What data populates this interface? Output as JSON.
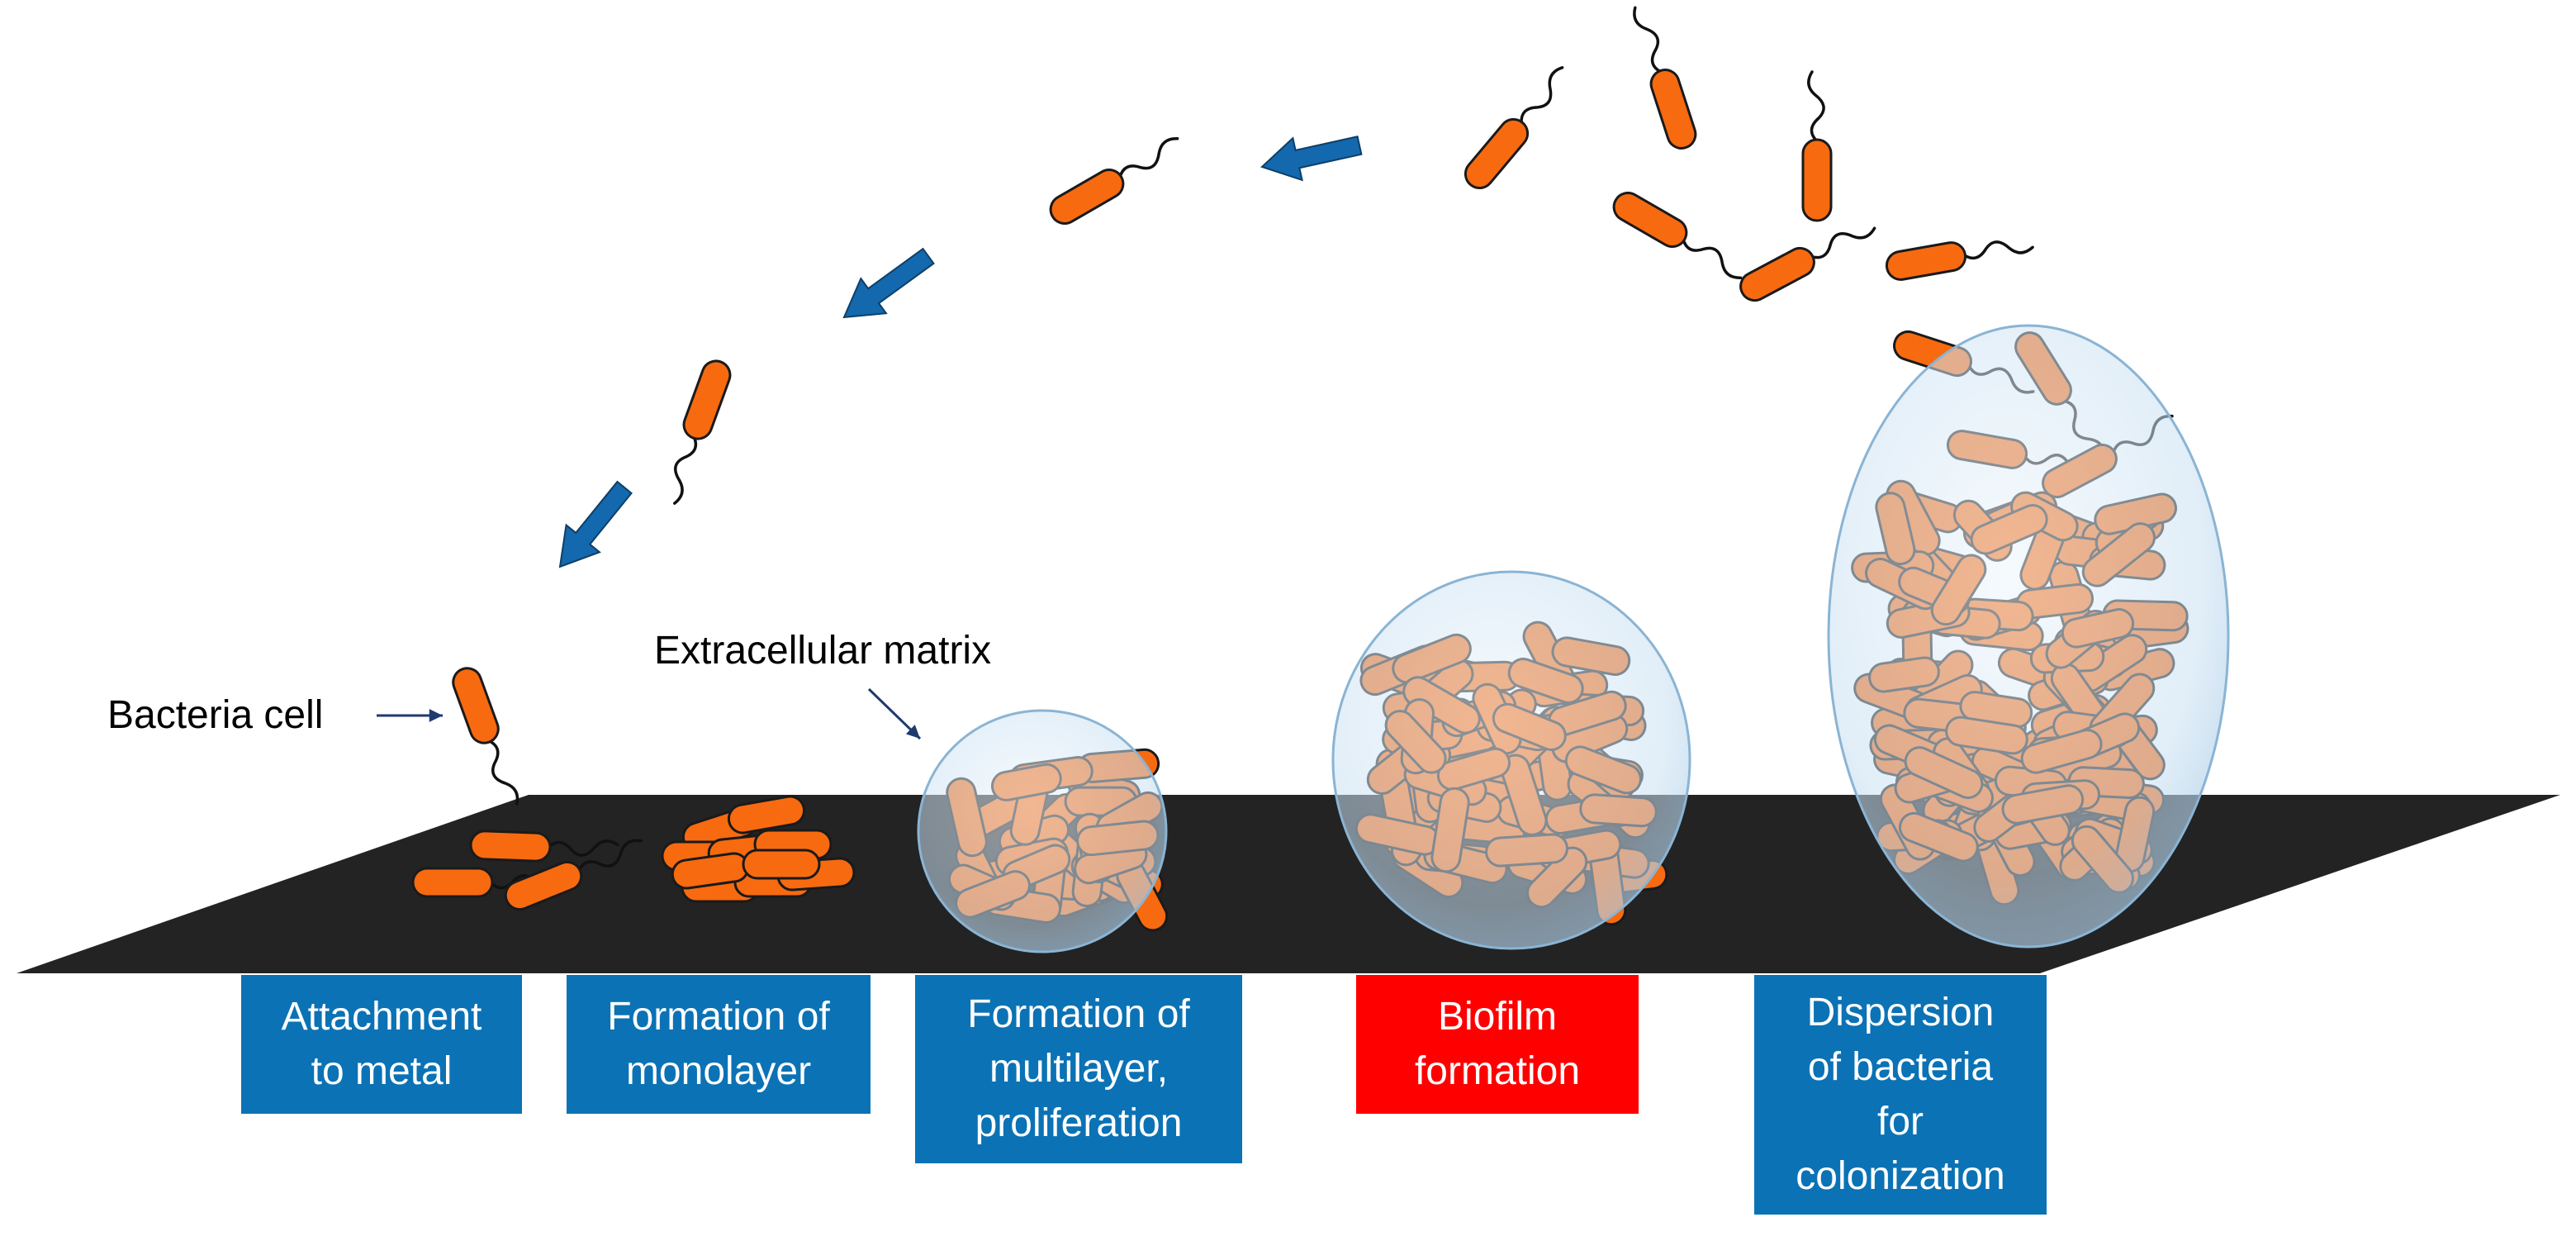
{
  "labels": {
    "bacteria_cell": "Bacteria cell",
    "extracellular_matrix": "Extracellular matrix"
  },
  "stages": [
    {
      "lines": [
        "Attachment",
        "to metal"
      ],
      "color": "#0b72b5"
    },
    {
      "lines": [
        "Formation of",
        "monolayer"
      ],
      "color": "#0b72b5"
    },
    {
      "lines": [
        "Formation of",
        "multilayer,",
        "proliferation"
      ],
      "color": "#0b72b5"
    },
    {
      "lines": [
        "Biofilm",
        "formation"
      ],
      "color": "#ff0000"
    },
    {
      "lines": [
        "Dispersion",
        "of bacteria",
        "for",
        "colonization"
      ],
      "color": "#0b72b5"
    }
  ],
  "colors": {
    "bacteria": "#f76a10",
    "bacteria_outline": "#1a1a1a",
    "surface": "#232323",
    "arrow": "#1468ad",
    "bubble": "#d6e9f7",
    "bubble_stroke": "#8ab4d4",
    "pointer": "#1f3a6e"
  }
}
